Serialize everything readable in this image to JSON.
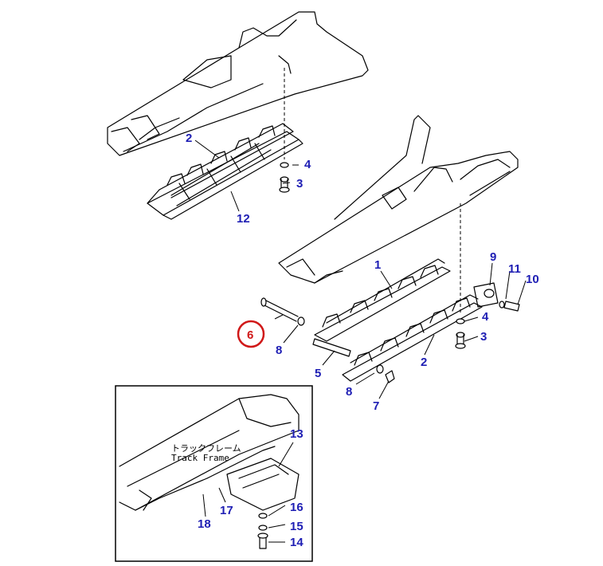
{
  "callouts": {
    "c2a": "2",
    "c4a": "4",
    "c3a": "3",
    "c12": "12",
    "c1": "1",
    "c9": "9",
    "c11": "11",
    "c10": "10",
    "c4b": "4",
    "c3b": "3",
    "c2b": "2",
    "c6": "6",
    "c8a": "8",
    "c5": "5",
    "c8b": "8",
    "c7": "7",
    "c13": "13",
    "c16": "16",
    "c15": "15",
    "c14": "14",
    "c17": "17",
    "c18": "18"
  },
  "inset": {
    "label_jp": "トラックフレーム",
    "label_en": "Track Frame"
  },
  "colors": {
    "callout": "#1e1eb4",
    "highlight": "#d01818"
  }
}
